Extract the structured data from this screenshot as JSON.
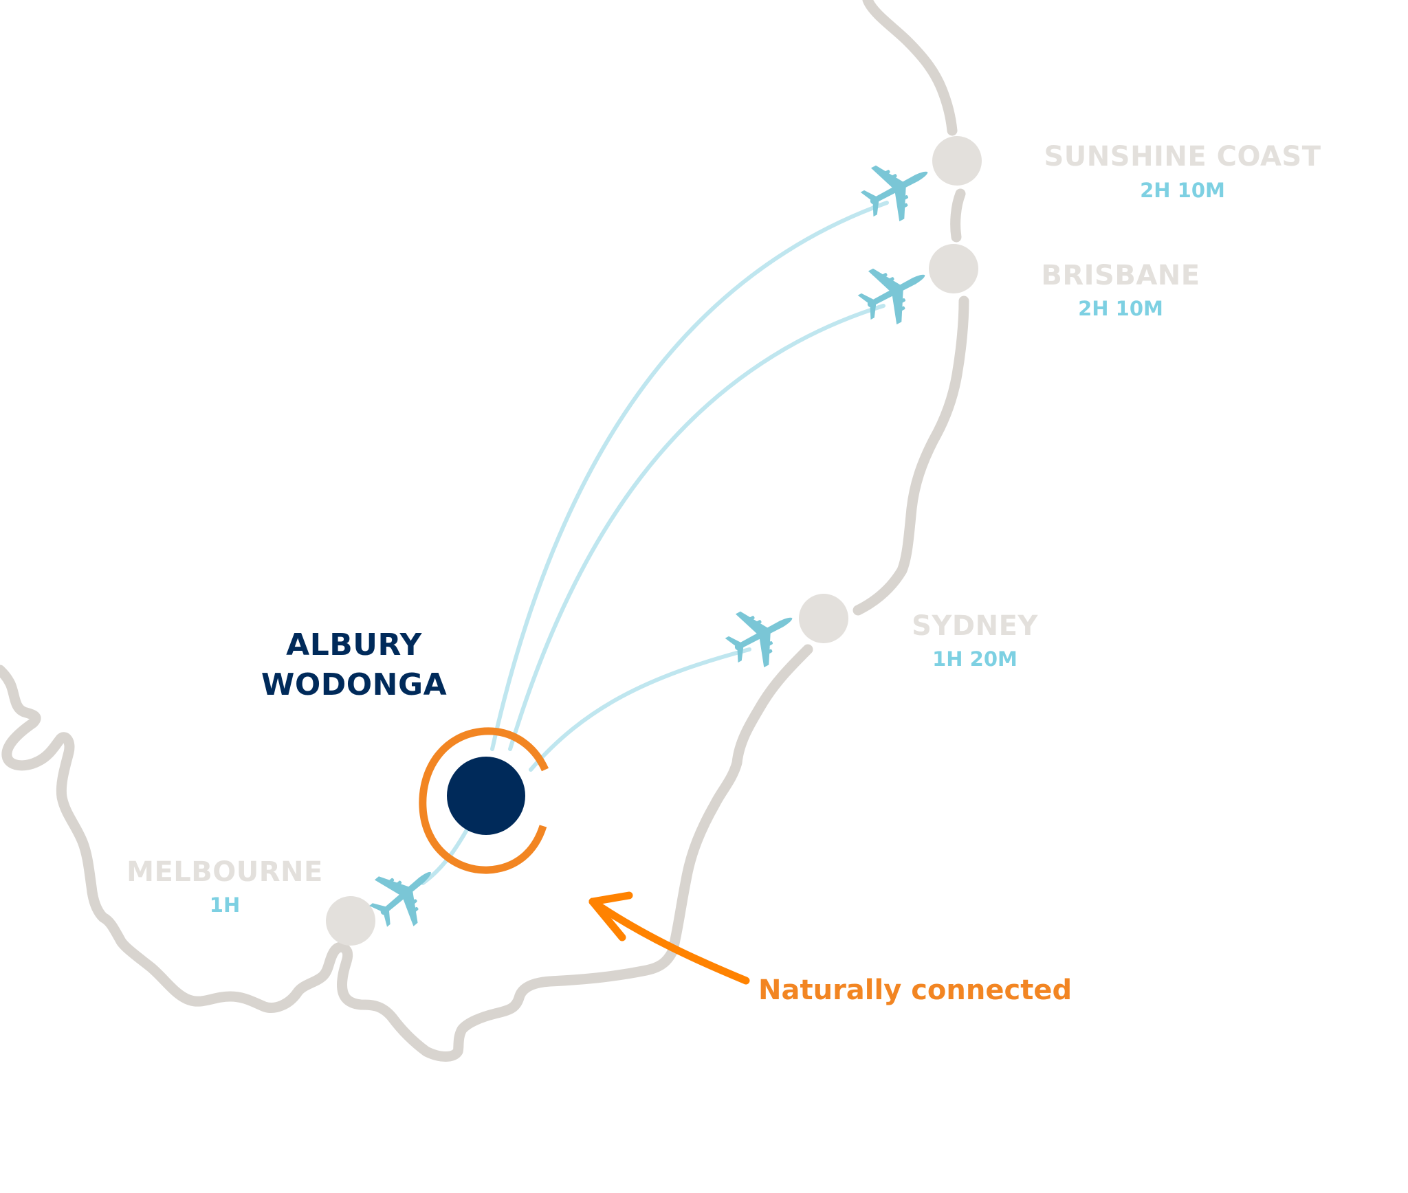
{
  "colors": {
    "coast": "#d8d4cf",
    "city_dot": "#e3e0dc",
    "home_dot": "#002a5a",
    "ring": "#f28522",
    "arrow": "#ff8200",
    "route": "#bfe6ef",
    "plane": "#7ac6d6",
    "time_text": "#7dd0e2"
  },
  "home": {
    "line1": "ALBURY",
    "line2": "WODONGA"
  },
  "destinations": [
    {
      "name": "SUNSHINE COAST",
      "duration": "2H 10M",
      "icon": "plane-icon"
    },
    {
      "name": "BRISBANE",
      "duration": "2H 10M",
      "icon": "plane-icon"
    },
    {
      "name": "SYDNEY",
      "duration": "1H 20M",
      "icon": "plane-icon"
    },
    {
      "name": "MELBOURNE",
      "duration": "1H",
      "icon": "plane-icon"
    }
  ],
  "callout": {
    "text": "Naturally connected",
    "icon": "hand-drawn-arrow-icon"
  }
}
